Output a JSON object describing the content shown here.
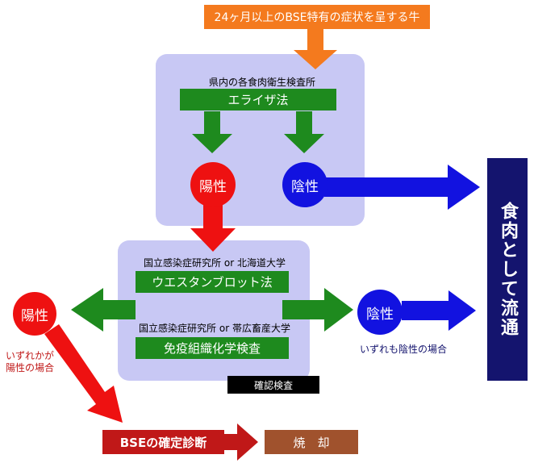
{
  "colors": {
    "orange": "#f47a1e",
    "lavender": "#c8c8f4",
    "green": "#1e8a1e",
    "red": "#ee1111",
    "blue": "#1212e0",
    "navy": "#14146e",
    "dark_red": "#c01818",
    "brown": "#a0522d",
    "black": "#000000"
  },
  "start_label": "24ヶ月以上のBSE特有の症状を呈する牛",
  "prefectural": {
    "lab": "県内の各食肉衛生検査所",
    "test": "エライザ法",
    "positive": "陽性",
    "negative": "陰性"
  },
  "confirm": {
    "lab1": "国立感染症研究所 or 北海道大学",
    "test1": "ウエスタンブロット法",
    "lab2": "国立感染症研究所 or 帯広畜産大学",
    "test2": "免疫組織化学検査",
    "tag": "確認検査",
    "positive": "陽性",
    "positive_note_1": "いずれかが",
    "positive_note_2": "陽性の場合",
    "negative": "陰性",
    "negative_note": "いずれも陰性の場合"
  },
  "result_box": "食肉として流通",
  "diagnosis": "BSEの確定診断",
  "incinerate": "焼　却"
}
